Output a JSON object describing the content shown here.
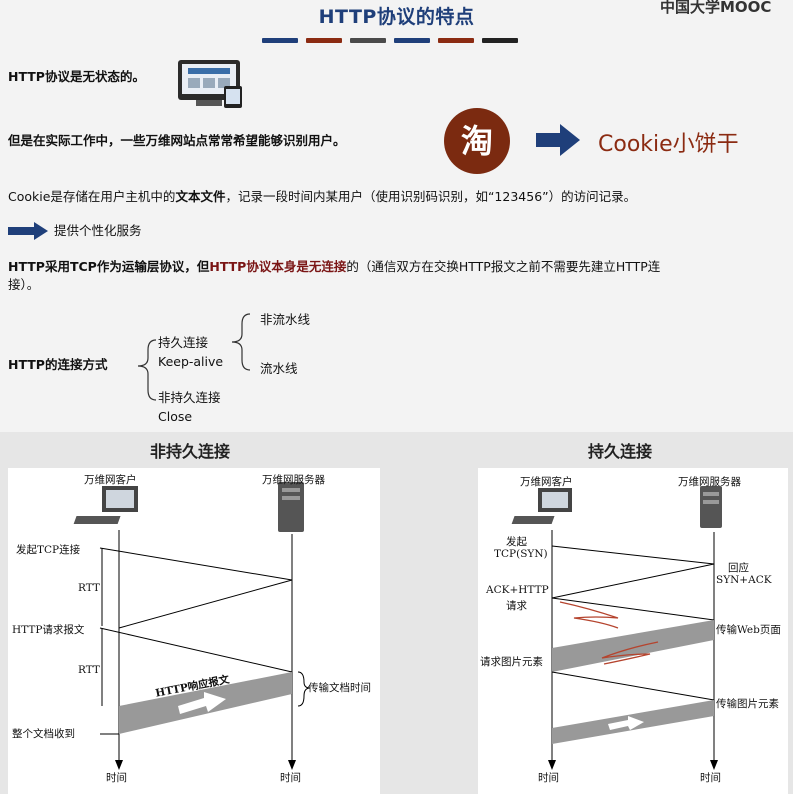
{
  "header": {
    "title": "HTTP协议的特点",
    "logo": "中国大学MOOC",
    "accent_bars": [
      "#1f3f7a",
      "#8b2b12",
      "#4a4a4a",
      "#1f3f7a",
      "#8b2b12",
      "#4a4a4a",
      "#222222"
    ]
  },
  "content": {
    "line1_a": "HTTP协议是",
    "line1_b": "无状态",
    "line1_c": "的。",
    "line2": "但是在实际工作中，一些万维网站点常常希望能够识别用户。",
    "taobao_char": "淘",
    "cookie_label": "Cookie小饼干",
    "line3_a": "Cookie是存储在用户主机中的",
    "line3_b": "文本文件",
    "line3_c": "，记录一段时间内某用户（使用识别码识别，如“123456”）的访问记录。",
    "bullet": "提供个性化服务",
    "line4_a": "HTTP采用",
    "line4_b": "TCP",
    "line4_c": "作为运输层协议，但",
    "line4_d": "HTTP协议本身是无连接",
    "line4_e": "的（通信双方在交换HTTP报文之前不需要先建立HTTP连",
    "line4_f": "接）。",
    "conn_label": "HTTP的连接方式",
    "persistent": "持久连接",
    "keepalive": "Keep-alive",
    "nonpersistent": "非持久连接",
    "close": "Close",
    "non_pipeline": "非流水线",
    "pipeline": "流水线"
  },
  "diagram_left": {
    "title": "非持久连接",
    "client": "万维网客户",
    "server": "万维网服务器",
    "labels": [
      "发起TCP连接",
      "RTT",
      "HTTP请求报文",
      "RTT",
      "整个文档收到"
    ],
    "response": "HTTP响应报文",
    "transfer": "传输文档时间",
    "time": "时间"
  },
  "diagram_right": {
    "title": "持久连接",
    "client": "万维网客户",
    "server": "万维网服务器",
    "syn_a": "发起",
    "syn_b": "TCP(SYN)",
    "reply_a": "回应",
    "reply_b": "SYN+ACK",
    "ack_a": "ACK+HTTP",
    "ack_b": "请求",
    "web": "传输Web页面",
    "img_req": "请求图片元素",
    "img": "传输图片元素",
    "time": "时间"
  }
}
